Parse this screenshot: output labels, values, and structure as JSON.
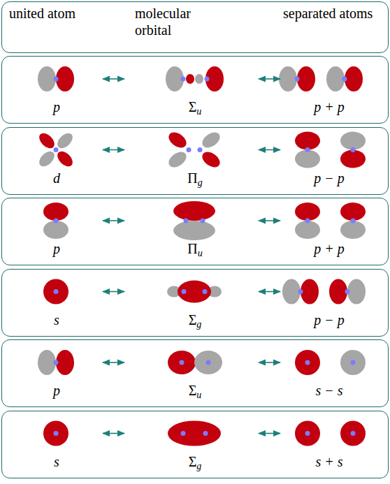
{
  "diagram": {
    "nodes": [
      {
        "text": [
          "united atom",
          "molecular orbital",
          "separated atoms"
        ]
      },
      {
        "text": [
          "p",
          "Σu",
          "p + p"
        ]
      },
      {
        "text": [
          "d",
          "Πg",
          "p − p"
        ]
      },
      {
        "text": [
          "p",
          "Πu",
          "p + p"
        ]
      },
      {
        "text": [
          "s",
          "Σg",
          "p − p"
        ]
      },
      {
        "text": [
          "p",
          "Σu",
          "s − s"
        ]
      },
      {
        "text": [
          "s",
          "Σg",
          "s + s"
        ]
      }
    ]
  }
}
